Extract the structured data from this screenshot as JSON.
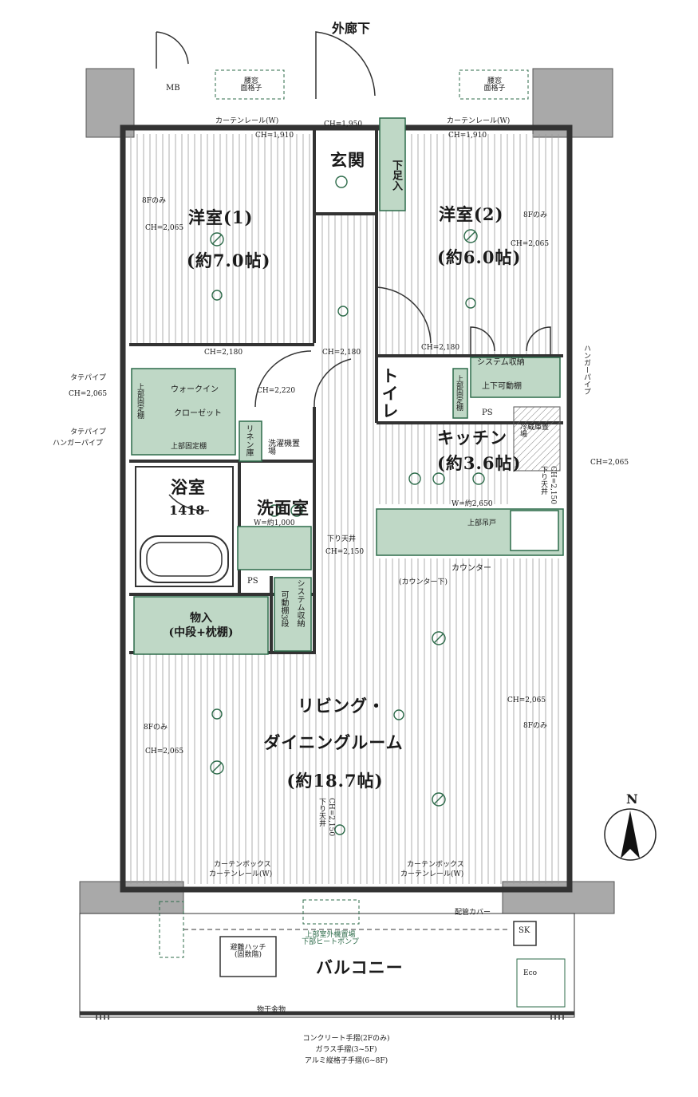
{
  "corridor": "外廊下",
  "mb": "MB",
  "window_grille": "腰窓\n面格子",
  "rooms": {
    "western1": {
      "name": "洋室(1)",
      "size": "(約7.0帖)"
    },
    "western2": {
      "name": "洋室(2)",
      "size": "(約6.0帖)"
    },
    "entrance": "玄関",
    "shoe": "下足入",
    "toilet": "トイレ",
    "kitchen": {
      "name": "キッチン",
      "size": "(約3.6帖)"
    },
    "bath": {
      "name": "浴室",
      "code": "1418"
    },
    "washroom": "洗面室",
    "ldk": {
      "name1": "リビング・",
      "name2": "ダイニングルーム",
      "size": "(約18.7帖)"
    },
    "storage": {
      "name": "物入",
      "note": "(中段+枕棚)"
    },
    "balcony": "バルコニー"
  },
  "labels": {
    "curtain_rail": "カーテンレール(W)",
    "curtain_box": "カーテンボックス",
    "ch_1950": "CH=1,950",
    "ch_1910": "CH=1,910",
    "ch_2065": "CH=2,065",
    "ch_2180": "CH=2,180",
    "ch_2220": "CH=2,220",
    "ch_2150": "CH=2,150",
    "f8only": "8Fのみ",
    "tate_pipe": "タテパイプ",
    "hanger_pipe": "ハンガーパイプ",
    "walk_in": "ウォークイン",
    "closet": "クローゼット",
    "upper_shelf": "上部固定棚",
    "linen": "リネン庫",
    "washer": "洗濯機置場",
    "system_storage": "システム収納",
    "movable_shelf": "上下可動棚",
    "ps": "PS",
    "fridge": "冷蔵庫置場",
    "w2650": "W=約2,650",
    "w1000": "W=約1,000",
    "upper_cabinet": "上部吊戸",
    "soffit": "下り天井",
    "counter": "カウンター",
    "counter_sub": "(カウンター下)",
    "system_storage2": "システム収納",
    "movable3": "可動棚3段",
    "outdoor_unit": "上部室外機置場\n下部ヒートポンプ",
    "hatch": "避難ハッチ\n(固数階)",
    "pipe_cover": "配管カバー",
    "sk": "SK",
    "eco": "Eco",
    "laundry_hanger": "物干金物",
    "handrail1": "コンクリート手摺(2Fのみ)",
    "handrail2": "ガラス手摺(3~5F)",
    "handrail3": "アルミ縦格子手摺(6~8F)",
    "north": "N"
  }
}
